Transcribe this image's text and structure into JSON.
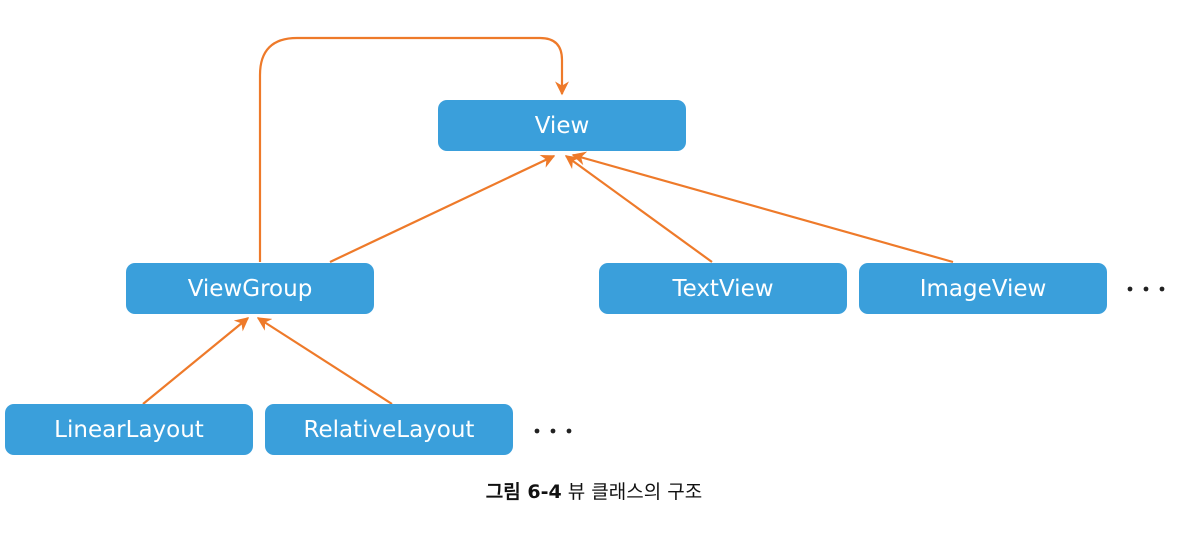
{
  "diagram": {
    "nodes": {
      "view": "View",
      "viewgroup": "ViewGroup",
      "textview": "TextView",
      "imageview": "ImageView",
      "linearlayout": "LinearLayout",
      "relativelayout": "RelativeLayout"
    },
    "colors": {
      "node_fill": "#3a9fdb",
      "node_text": "#ffffff",
      "arrow": "#ee7a2a"
    }
  },
  "caption": {
    "prefix": "그림 6-4",
    "text": "뷰 클래스의 구조"
  }
}
